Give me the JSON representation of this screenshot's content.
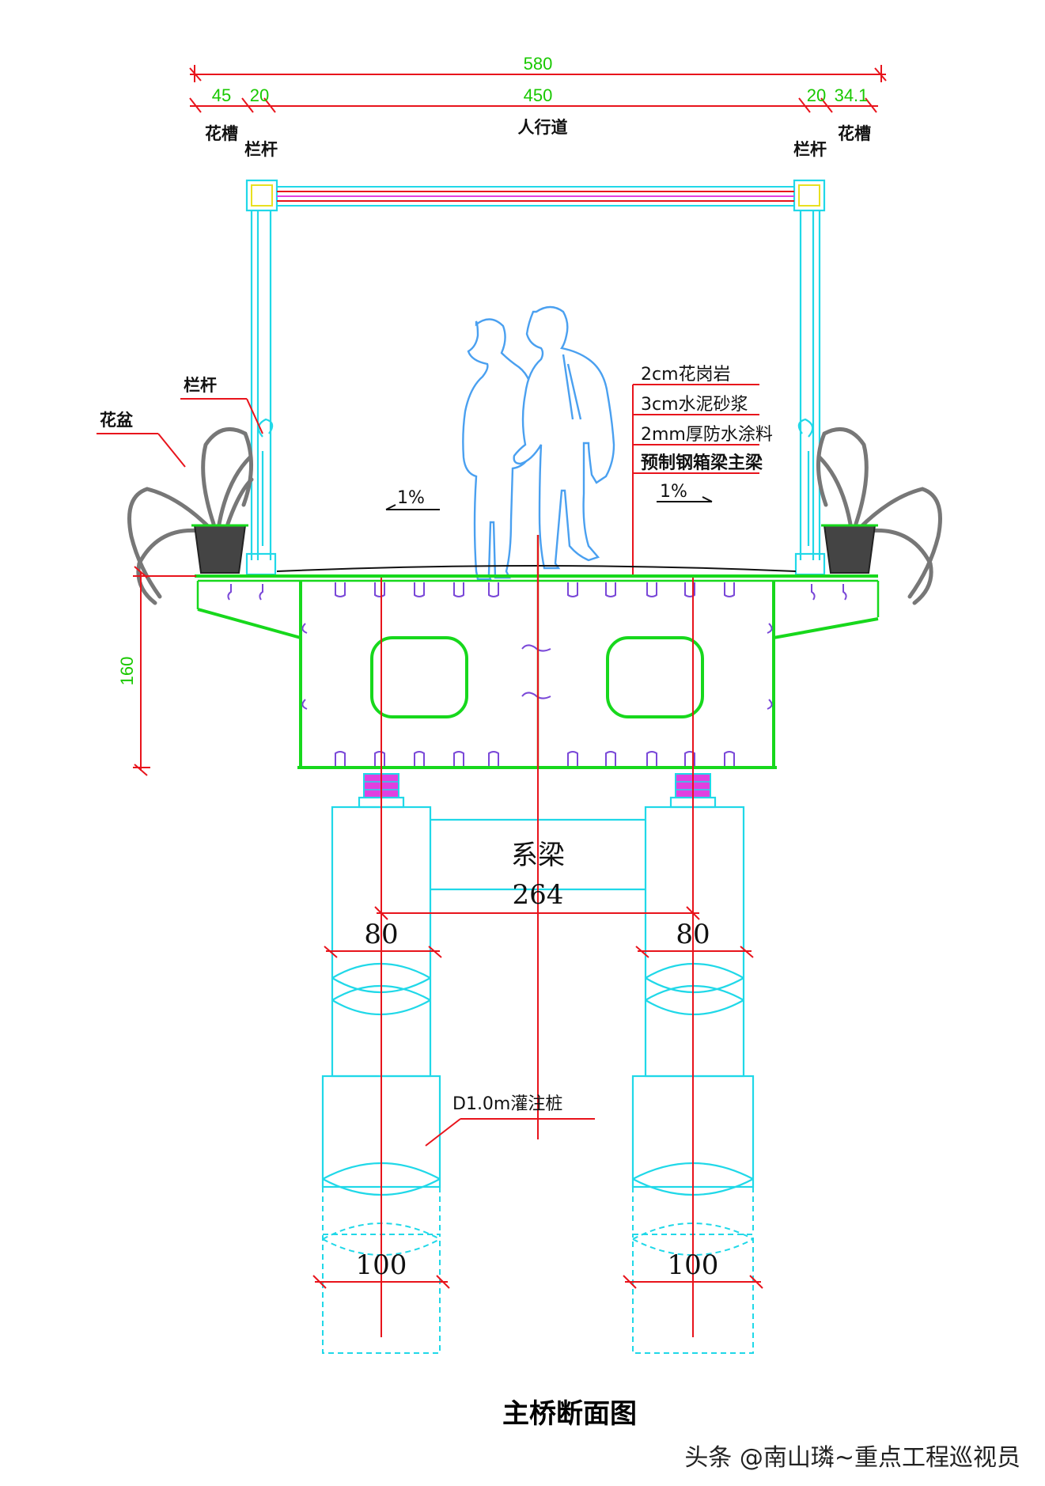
{
  "dimensions": {
    "total_width": "580",
    "flower_trough_left": "45",
    "railing_left": "20",
    "walkway": "450",
    "railing_right": "20",
    "flower_trough_right": "34.1",
    "girder_depth": "160",
    "tie_beam_span": "264",
    "column_width_left": "80",
    "column_width_right": "80",
    "pile_diameter_left": "100",
    "pile_diameter_right": "100"
  },
  "labels": {
    "flower_trough_left": "花槽",
    "railing_top_left": "栏杆",
    "walkway": "人行道",
    "railing_top_right": "栏杆",
    "flower_trough_right": "花槽",
    "railing_side": "栏杆",
    "flower_pot": "花盆",
    "tie_beam": "系梁",
    "pile": "D1.0m灌注桩"
  },
  "layers": [
    "2cm花岗岩",
    "3cm水泥砂浆",
    "2mm厚防水涂料",
    "预制钢箱梁主梁"
  ],
  "slopes": {
    "left": "1%",
    "right": "1%"
  },
  "caption": "主桥断面图",
  "watermark": "头条 @南山璘~重点工程巡视员",
  "colors": {
    "dimension_red": "#e8141c",
    "dimension_text_green": "#19c800",
    "girder_green": "#17d81c",
    "pier_cyan": "#20d8e8",
    "bearing_magenta": "#e040e0",
    "figure_blue": "#4aa0f0"
  }
}
